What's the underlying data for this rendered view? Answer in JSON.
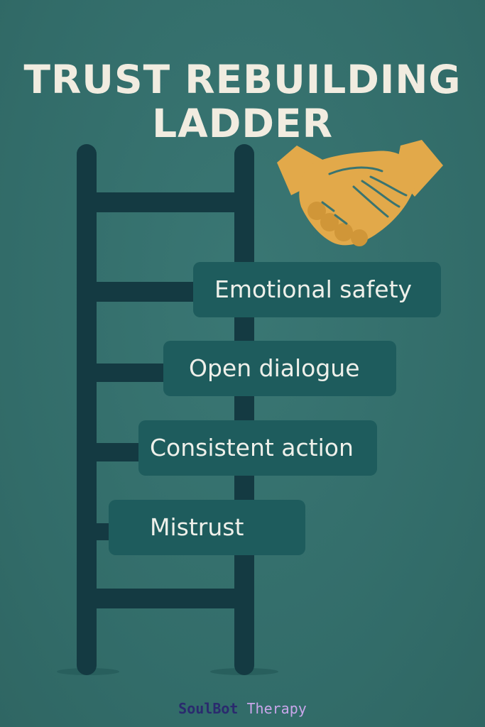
{
  "title": {
    "line1": "TRUST REBUILDING",
    "line2": "LADDER"
  },
  "steps": [
    {
      "label": "Emotional safety"
    },
    {
      "label": "Open dialogue"
    },
    {
      "label": "Consistent action"
    },
    {
      "label": "Mistrust"
    }
  ],
  "brand": {
    "part1": "SoulBot",
    "part2": "Therapy"
  },
  "icons": {
    "top": "handshake-icon"
  },
  "colors": {
    "background": "#35726f",
    "ladder": "#143a42",
    "box": "#1e5c5d",
    "title": "#f1ece0",
    "handshake": "#e2a94a"
  }
}
